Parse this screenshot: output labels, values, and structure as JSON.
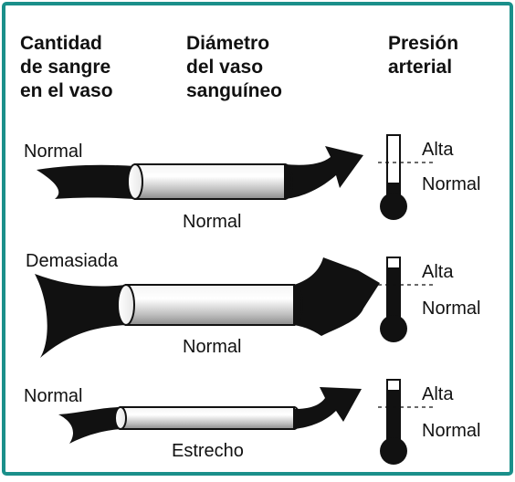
{
  "headers": {
    "blood_amount": [
      "Cantidad",
      "de sangre",
      "en el vaso"
    ],
    "vessel_diameter": [
      "Diámetro",
      "del vaso",
      "sanguíneo"
    ],
    "blood_pressure": [
      "Presión",
      "arterial"
    ]
  },
  "rows": [
    {
      "blood_amount": "Normal",
      "diameter": "Normal",
      "gauge_high": "Alta",
      "gauge_normal": "Normal",
      "pressure_level": 0.3
    },
    {
      "blood_amount": "Demasiada",
      "diameter": "Normal",
      "gauge_high": "Alta",
      "gauge_normal": "Normal",
      "pressure_level": 0.85
    },
    {
      "blood_amount": "Normal",
      "diameter": "Estrecho",
      "gauge_high": "Alta",
      "gauge_normal": "Normal",
      "pressure_level": 0.85
    }
  ],
  "colors": {
    "border": "#1a8f8a",
    "ink": "#111111",
    "tube_light": "#ffffff",
    "tube_dark": "#8c8c8c"
  }
}
